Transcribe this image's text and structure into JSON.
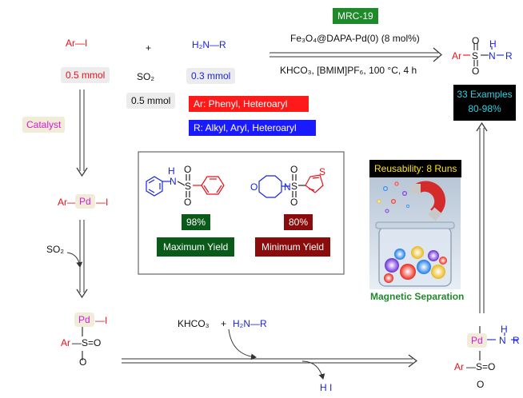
{
  "reagents": {
    "aryl_halide": "Ar—I",
    "aryl_amount": "0.5 mmol",
    "plus": "+",
    "so2": "SO₂",
    "so2_amount": "0.5 mmol",
    "amine": "H₂N—R",
    "amine_amount": "0.3 mmol"
  },
  "conditions": {
    "catalyst_name": "MRC-19",
    "catalyst_line": "Fe₃O₄@DAPA-Pd(0) (8 mol%)",
    "conditions_line": "KHCO₃, [BMIM]PF₆, 100 °C, 4 h"
  },
  "scope": {
    "ar": "Ar: Phenyl, Heteroaryl",
    "r": "R: Alkyl, Aryl, Heteroaryl"
  },
  "result": {
    "examples": "33 Examples",
    "yield_range": "80-98%"
  },
  "mechanism": {
    "catalyst_label": "Catalyst",
    "intermediate1_ar": "Ar—",
    "intermediate1_pd": "Pd",
    "intermediate1_i": "—I",
    "so2_label": "SO₂",
    "int2_pd": "Pd",
    "int2_i": "—I",
    "khco3": "KHCO₃",
    "plus": "+",
    "amine": "H₂N—R",
    "byproduct": "H I",
    "int3_pd": "Pd"
  },
  "yields": {
    "max_value": "98%",
    "max_label": "Maximum Yield",
    "min_value": "80%",
    "min_label": "Minimum Yield"
  },
  "reuse": {
    "label": "Reusability: 8 Runs",
    "separation": "Magnetic Separation"
  },
  "colors": {
    "dark_green": "#0a5a1a",
    "dark_red": "#8a0c0c",
    "mrc_green": "#1f8a2a",
    "black": "#000000",
    "scope_red": "#ff1a1a",
    "scope_blue": "#1a1aff"
  }
}
